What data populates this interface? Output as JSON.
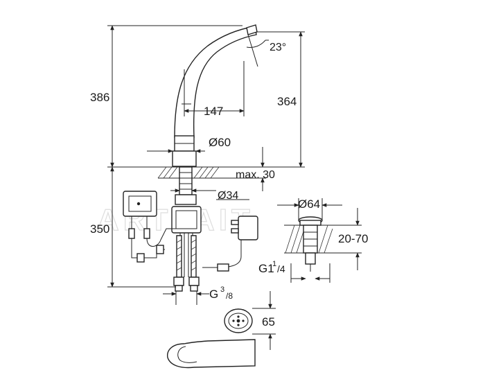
{
  "watermark": "ARTTAIT",
  "dimensions": {
    "total_height": "386",
    "spout_height": "364",
    "spout_reach": "147",
    "base_diameter": "Ø60",
    "deck_thickness": "max. 30",
    "hole_diameter": "Ø34",
    "under_deck_length": "350",
    "spout_angle": "23°",
    "waste_diameter": "Ø64",
    "waste_range": "20-70",
    "waste_thread_main": "G1",
    "waste_thread_sup": "1",
    "waste_thread_sub": "/4",
    "hose_thread_main": "G",
    "hose_thread_sup": "3",
    "hose_thread_sub": "/8",
    "sensor_diameter": "65"
  }
}
